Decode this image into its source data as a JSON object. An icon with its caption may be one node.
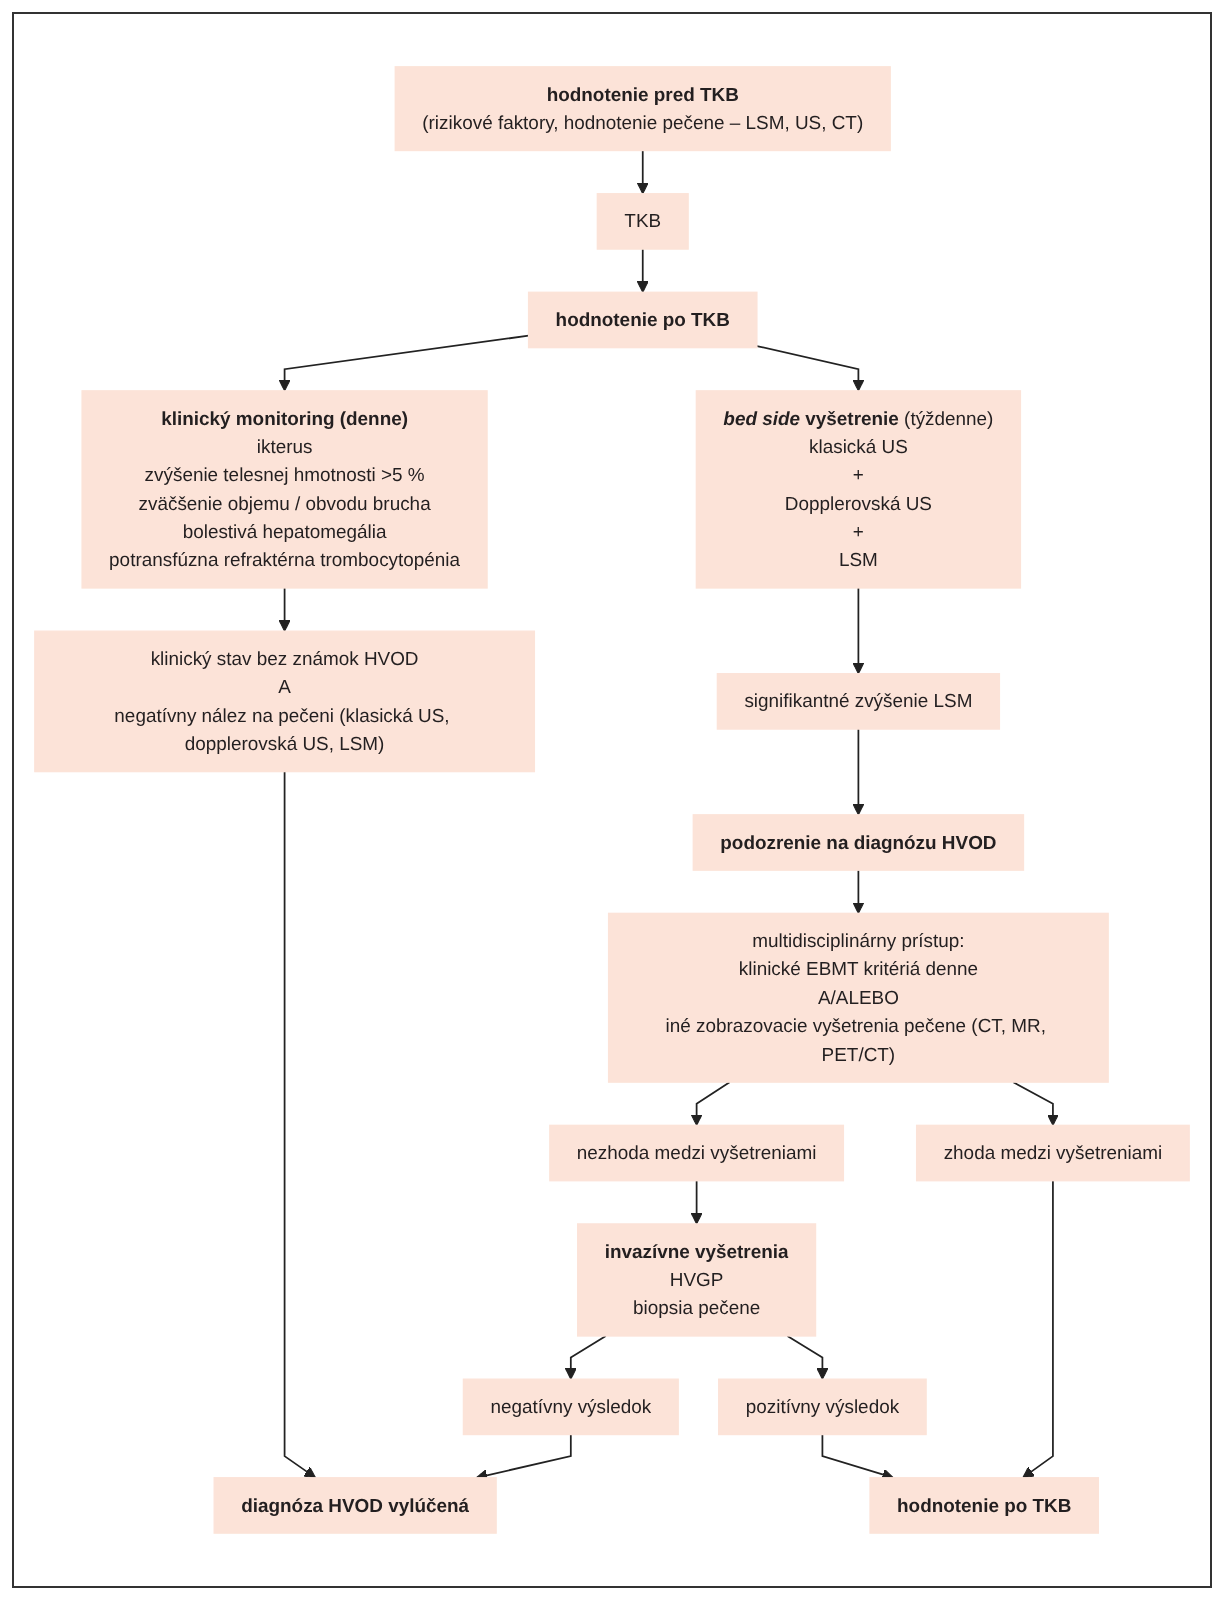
{
  "diagram": {
    "nodes": [
      {
        "text": [
          "hodnotenie pred TKB",
          "(rizikové faktory, hodnotenie pečene – LSM, US, CT)"
        ]
      },
      {
        "text": [
          "TKB"
        ]
      },
      {
        "text": [
          "hodnotenie po TKB"
        ]
      },
      {
        "text": [
          "klinický monitoring (denne)",
          "ikterus",
          "zvýšenie telesnej hmotnosti >5 %",
          "zväčšenie objemu / obvodu brucha",
          "bolestivá hepatomegália",
          "potransfúzna refraktérna trombocytopénia"
        ]
      },
      {
        "text": [
          "***bed side* vyšetrenie** (týždenne)",
          "klasická US",
          "+",
          "Dopplerovská US",
          "+",
          "LSM"
        ]
      },
      {
        "text": [
          "klinický stav bez známok HVOD",
          "A",
          "negatívny nález na pečeni (klasická US, dopplerovská US, LSM)"
        ]
      },
      {
        "text": [
          "signifikantné zvýšenie LSM"
        ]
      },
      {
        "text": [
          "diagnóza HVOD vylúčená"
        ]
      },
      {
        "text": [
          "podozrenie na diagnózu HVOD"
        ]
      },
      {
        "text": [
          "multidisciplinárny prístup:",
          "klinické EBMT kritériá denne",
          "A/ALEBO",
          "iné zobrazovacie vyšetrenia pečene (CT, MR, PET/CT)"
        ]
      },
      {
        "text": [
          "negatívny výsledok"
        ]
      },
      {
        "text": [
          "invazívne vyšetrenia",
          "HVGP",
          "biopsia pečene"
        ]
      },
      {
        "text": [
          "nezhoda medzi vyšetreniami"
        ]
      },
      {
        "text": [
          "zhoda medzi vyšetreniami"
        ]
      },
      {
        "text": [
          "pozitívny výsledok"
        ]
      },
      {
        "text": [
          "hodnotenie po TKB"
        ]
      }
    ],
    "edges": [
      {
        "from": 0,
        "to": 1,
        "arrow": "to"
      },
      {
        "from": 1,
        "to": 2,
        "arrow": "to"
      },
      {
        "from": 2,
        "to": 3,
        "arrow": "to"
      },
      {
        "from": 2,
        "to": 4,
        "arrow": "to"
      },
      {
        "from": 3,
        "to": 5,
        "arrow": "to"
      },
      {
        "from": 5,
        "to": 7,
        "arrow": "to"
      },
      {
        "from": 4,
        "to": 6,
        "arrow": "to"
      },
      {
        "from": 6,
        "to": 8,
        "arrow": "to"
      },
      {
        "from": 8,
        "to": 9,
        "arrow": "to"
      },
      {
        "from": 9,
        "to": 12,
        "arrow": "to"
      },
      {
        "from": 9,
        "to": 13,
        "arrow": "to"
      },
      {
        "from": 12,
        "to": 11,
        "arrow": "to"
      },
      {
        "from": 11,
        "to": 10,
        "arrow": "to"
      },
      {
        "from": 10,
        "to": 7,
        "arrow": "to"
      },
      {
        "from": 11,
        "to": 14,
        "arrow": "to"
      },
      {
        "from": 14,
        "to": 15,
        "arrow": "to"
      },
      {
        "from": 13,
        "to": 15,
        "arrow": "to"
      }
    ]
  }
}
